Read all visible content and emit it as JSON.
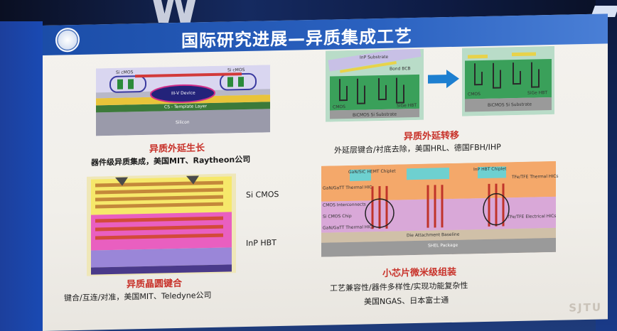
{
  "title": "国际研究进展—异质集成工艺",
  "quadrants": {
    "top_left": {
      "title": "异质外延生长",
      "desc": "器件级异质集成，美国MIT、Raytheon公司",
      "labels": [
        "Si cMOS",
        "Si cMOS",
        "III-V Device",
        "CS - Template Layer",
        "Silicon"
      ]
    },
    "top_right": {
      "title": "异质外延转移",
      "desc": "外延层键合/衬底去除，美国HRL、德国FBH/IHP",
      "labels": [
        "InP Substrate",
        "Bond BCB",
        "CMOS",
        "SiGe HBT",
        "BiCMOS Si Substrate",
        "CMOS",
        "SiGe HBT",
        "BiCMOS Si Substrate"
      ]
    },
    "bottom_left": {
      "title": "异质晶圆键合",
      "desc": "键合/互连/对准，美国MIT、Teledyne公司",
      "side_labels": [
        "Si CMOS",
        "InP HBT"
      ]
    },
    "bottom_right": {
      "title": "小芯片微米级组装",
      "desc1": "工艺兼容性/器件多样性/实现功能复杂性",
      "desc2": "美国NGAS、日本富士通",
      "labels": [
        "GaN/SiC HEMT Chiplet",
        "InP HBT Chiplet",
        "GaN/GaTT Thermal HIC",
        "CMOS Interconnects",
        "Si CMOS Chip",
        "GaN/GaTT Thermal HICs",
        "TFe/TFE Thermal HICs",
        "TFe/TFE Electrical HICs",
        "Die Attachment Baseline",
        "SHEL Package"
      ]
    }
  },
  "watermark": "SJTU",
  "stage_text": "W"
}
